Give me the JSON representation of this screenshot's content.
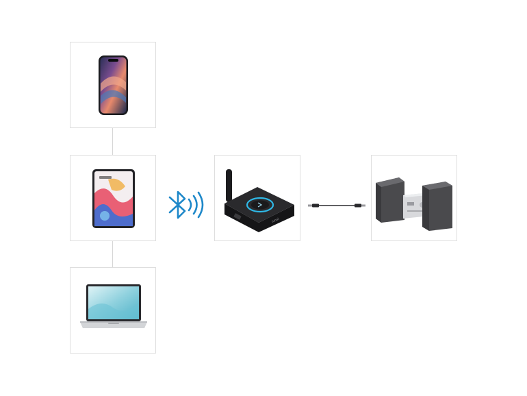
{
  "diagram": {
    "nodes": [
      {
        "id": "phone",
        "icon": "smartphone-icon"
      },
      {
        "id": "tablet",
        "icon": "tablet-icon"
      },
      {
        "id": "laptop",
        "icon": "laptop-icon"
      },
      {
        "id": "receiver",
        "icon": "bluetooth-receiver-icon",
        "brand_label": "tunai"
      },
      {
        "id": "stereo",
        "icon": "stereo-system-icon"
      }
    ],
    "links": [
      {
        "from": "phone",
        "to": "tablet",
        "type": "line"
      },
      {
        "from": "tablet",
        "to": "laptop",
        "type": "line"
      },
      {
        "from": "tablet",
        "to": "receiver",
        "type": "bluetooth",
        "icon": "bluetooth-icon"
      },
      {
        "from": "receiver",
        "to": "stereo",
        "type": "aux-cable",
        "icon": "aux-cable-icon"
      }
    ],
    "colors": {
      "bluetooth": "#1e88c9",
      "card_border": "#dedede",
      "device_dark": "#222222",
      "speaker_grey": "#5a5a5a",
      "ring_accent": "#2fb8e6"
    }
  }
}
